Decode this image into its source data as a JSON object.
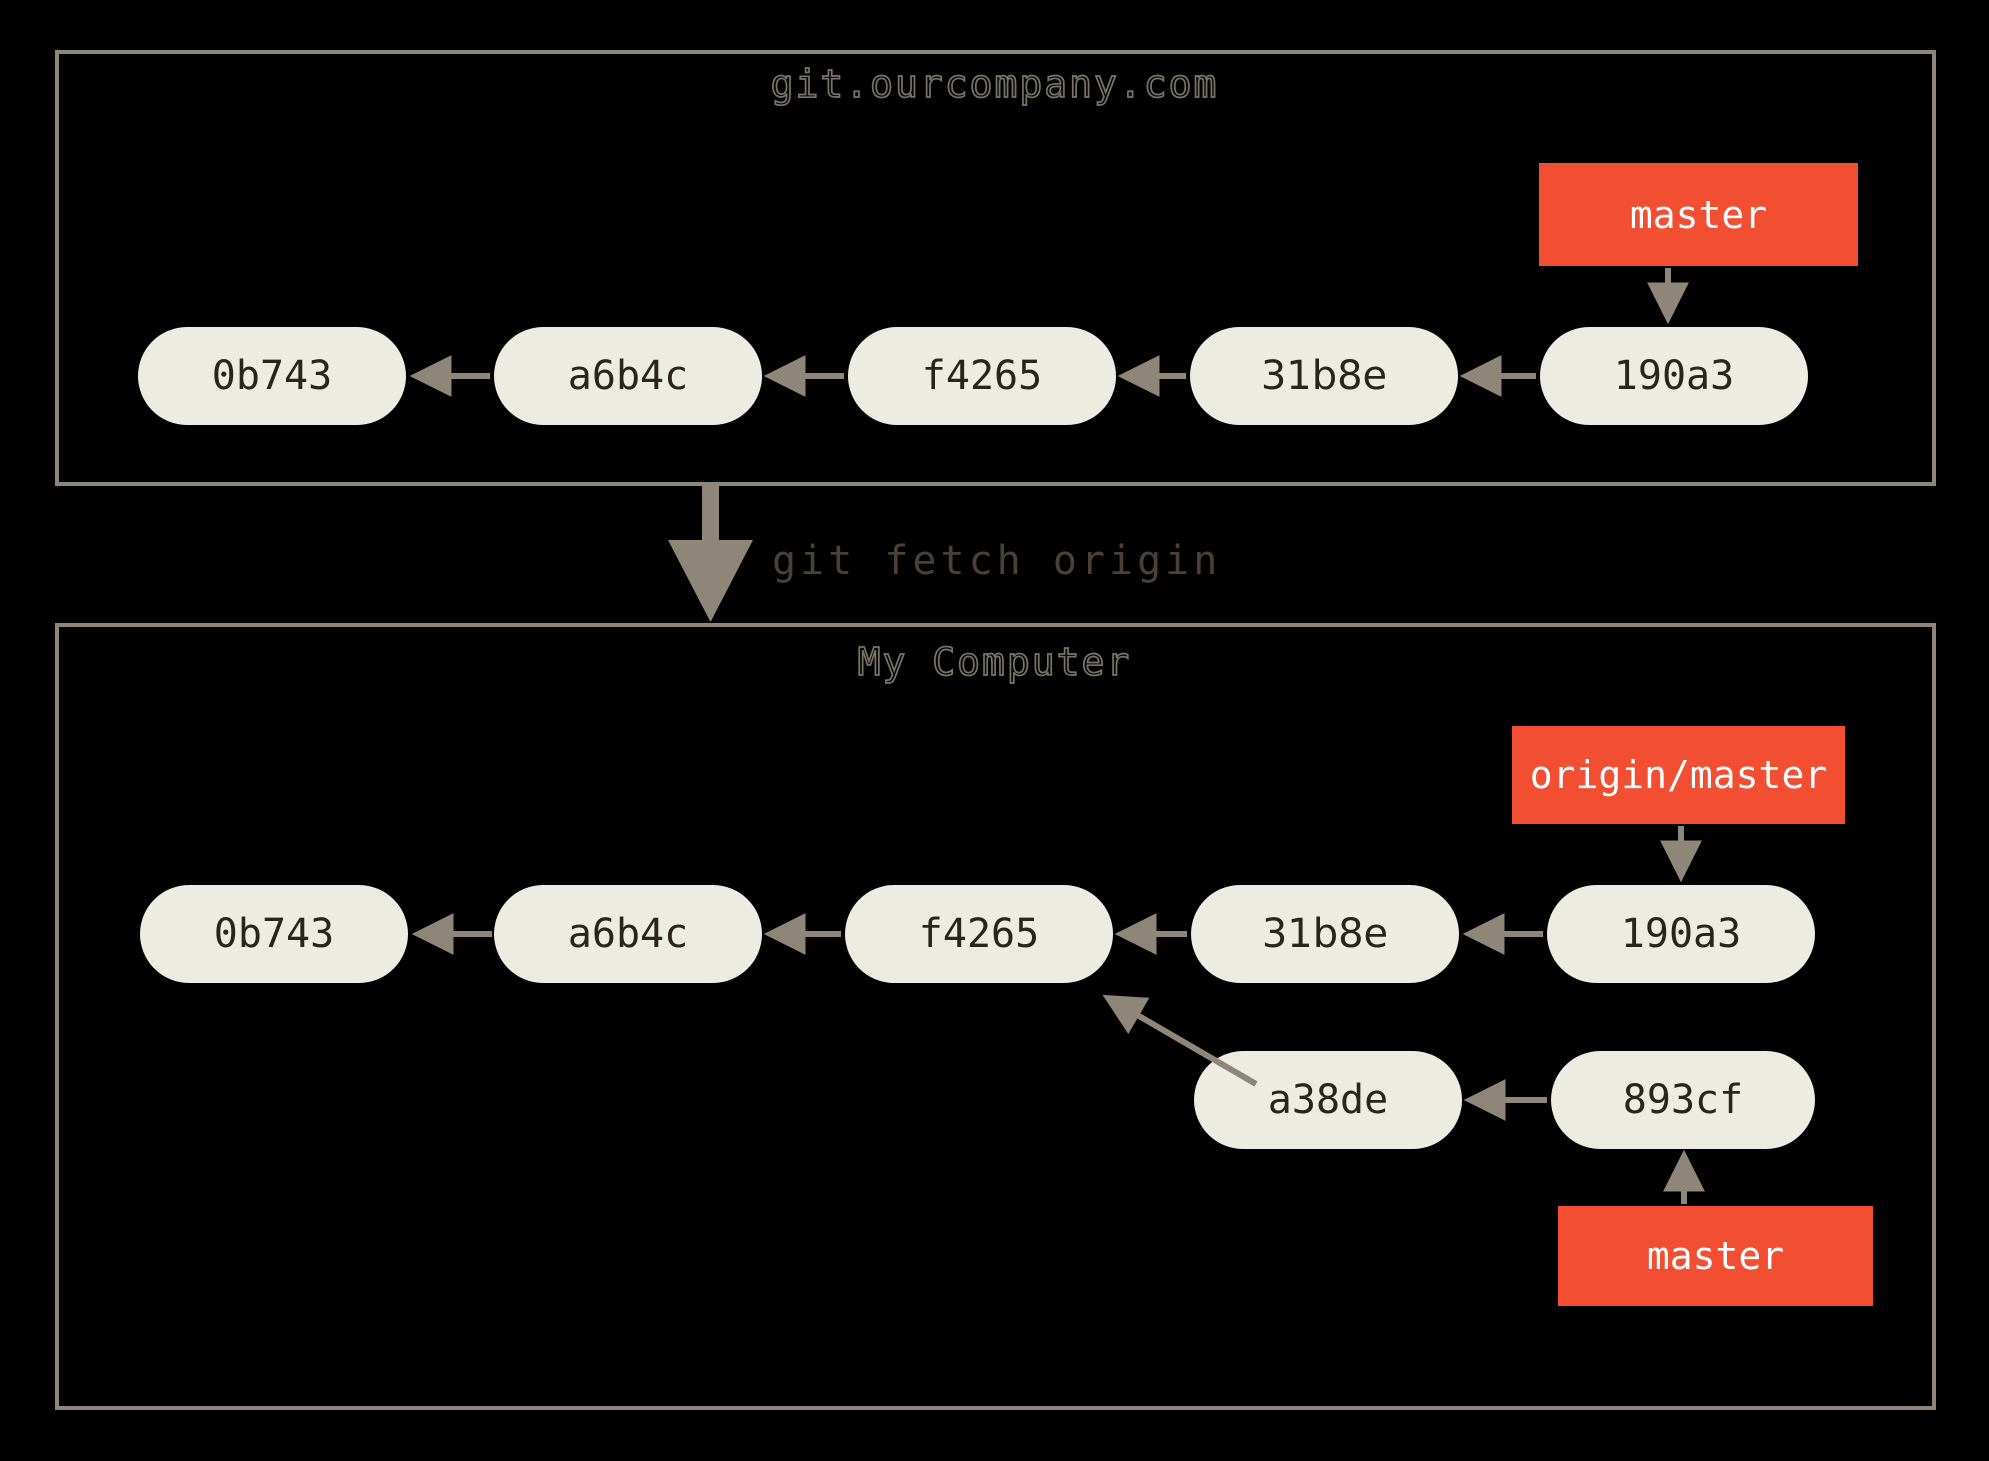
{
  "colors": {
    "background": "#000000",
    "box_border": "#8e8678",
    "node_fill": "#edece3",
    "node_text": "#29241c",
    "branch_red": "#f14e32",
    "branch_text": "#ffffff",
    "arrow": "#8e8678",
    "outline_title": "#7a7367",
    "fetch_text": "#4a4035"
  },
  "remote": {
    "title": "git.ourcompany.com",
    "branch_label": "master",
    "commits": [
      "0b743",
      "a6b4c",
      "f4265",
      "31b8e",
      "190a3"
    ]
  },
  "fetch_label": "git fetch origin",
  "local": {
    "title": "My Computer",
    "origin_branch_label": "origin/master",
    "branch_label": "master",
    "commits_main": [
      "0b743",
      "a6b4c",
      "f4265",
      "31b8e",
      "190a3"
    ],
    "commits_feature": [
      "a38de",
      "893cf"
    ]
  }
}
